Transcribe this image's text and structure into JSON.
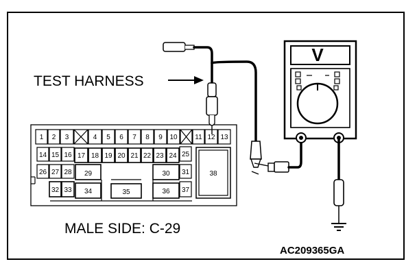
{
  "labels": {
    "test_harness": "TEST HARNESS",
    "male_side": "MALE SIDE: C-29",
    "figure_code": "AC209365GA",
    "meter_mode": "V"
  },
  "connector": {
    "row1": [
      "1",
      "2",
      "3",
      "",
      "4",
      "5",
      "6",
      "7",
      "8",
      "9",
      "10",
      "",
      "11",
      "12",
      "13"
    ],
    "row2": [
      "14",
      "15",
      "16",
      "17",
      "18",
      "19",
      "20",
      "21",
      "22",
      "23",
      "24",
      "25"
    ],
    "row3": [
      "26",
      "27",
      "28",
      "29",
      "30",
      "31"
    ],
    "row4": [
      "32",
      "33",
      "34",
      "35",
      "36",
      "37"
    ],
    "large": "38"
  }
}
